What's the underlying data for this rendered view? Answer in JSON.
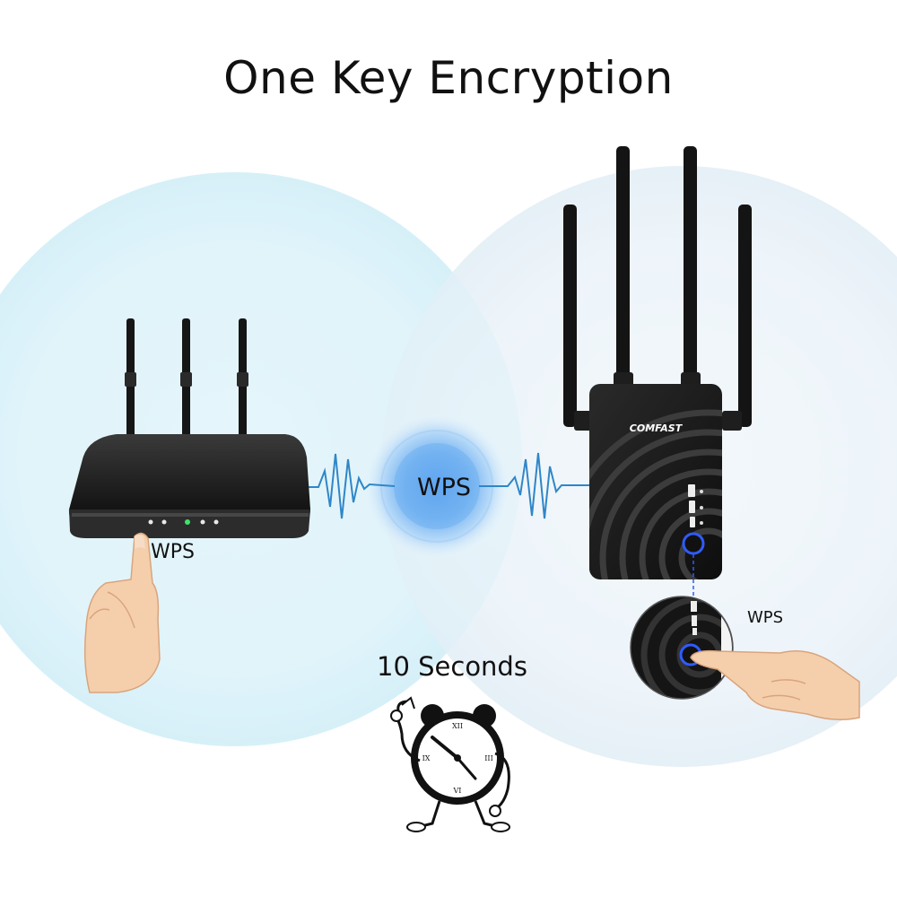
{
  "title": "One Key Encryption",
  "router_wps_label": "WPS",
  "center_wps_label": "WPS",
  "extender_wps_label": "WPS",
  "timer_label": "10 Seconds",
  "extender_brand": "COMFAST",
  "colors": {
    "bubble": "#dff3fa",
    "center_glow": "#6aa9ef",
    "signal_line": "#2f86c8",
    "device_body": "#1b1b1b",
    "wps_ring": "#2e5bff"
  },
  "icons": [
    "router-icon",
    "extender-icon",
    "finger-hand-icon",
    "alarm-clock-icon",
    "signal-wave-icon"
  ]
}
